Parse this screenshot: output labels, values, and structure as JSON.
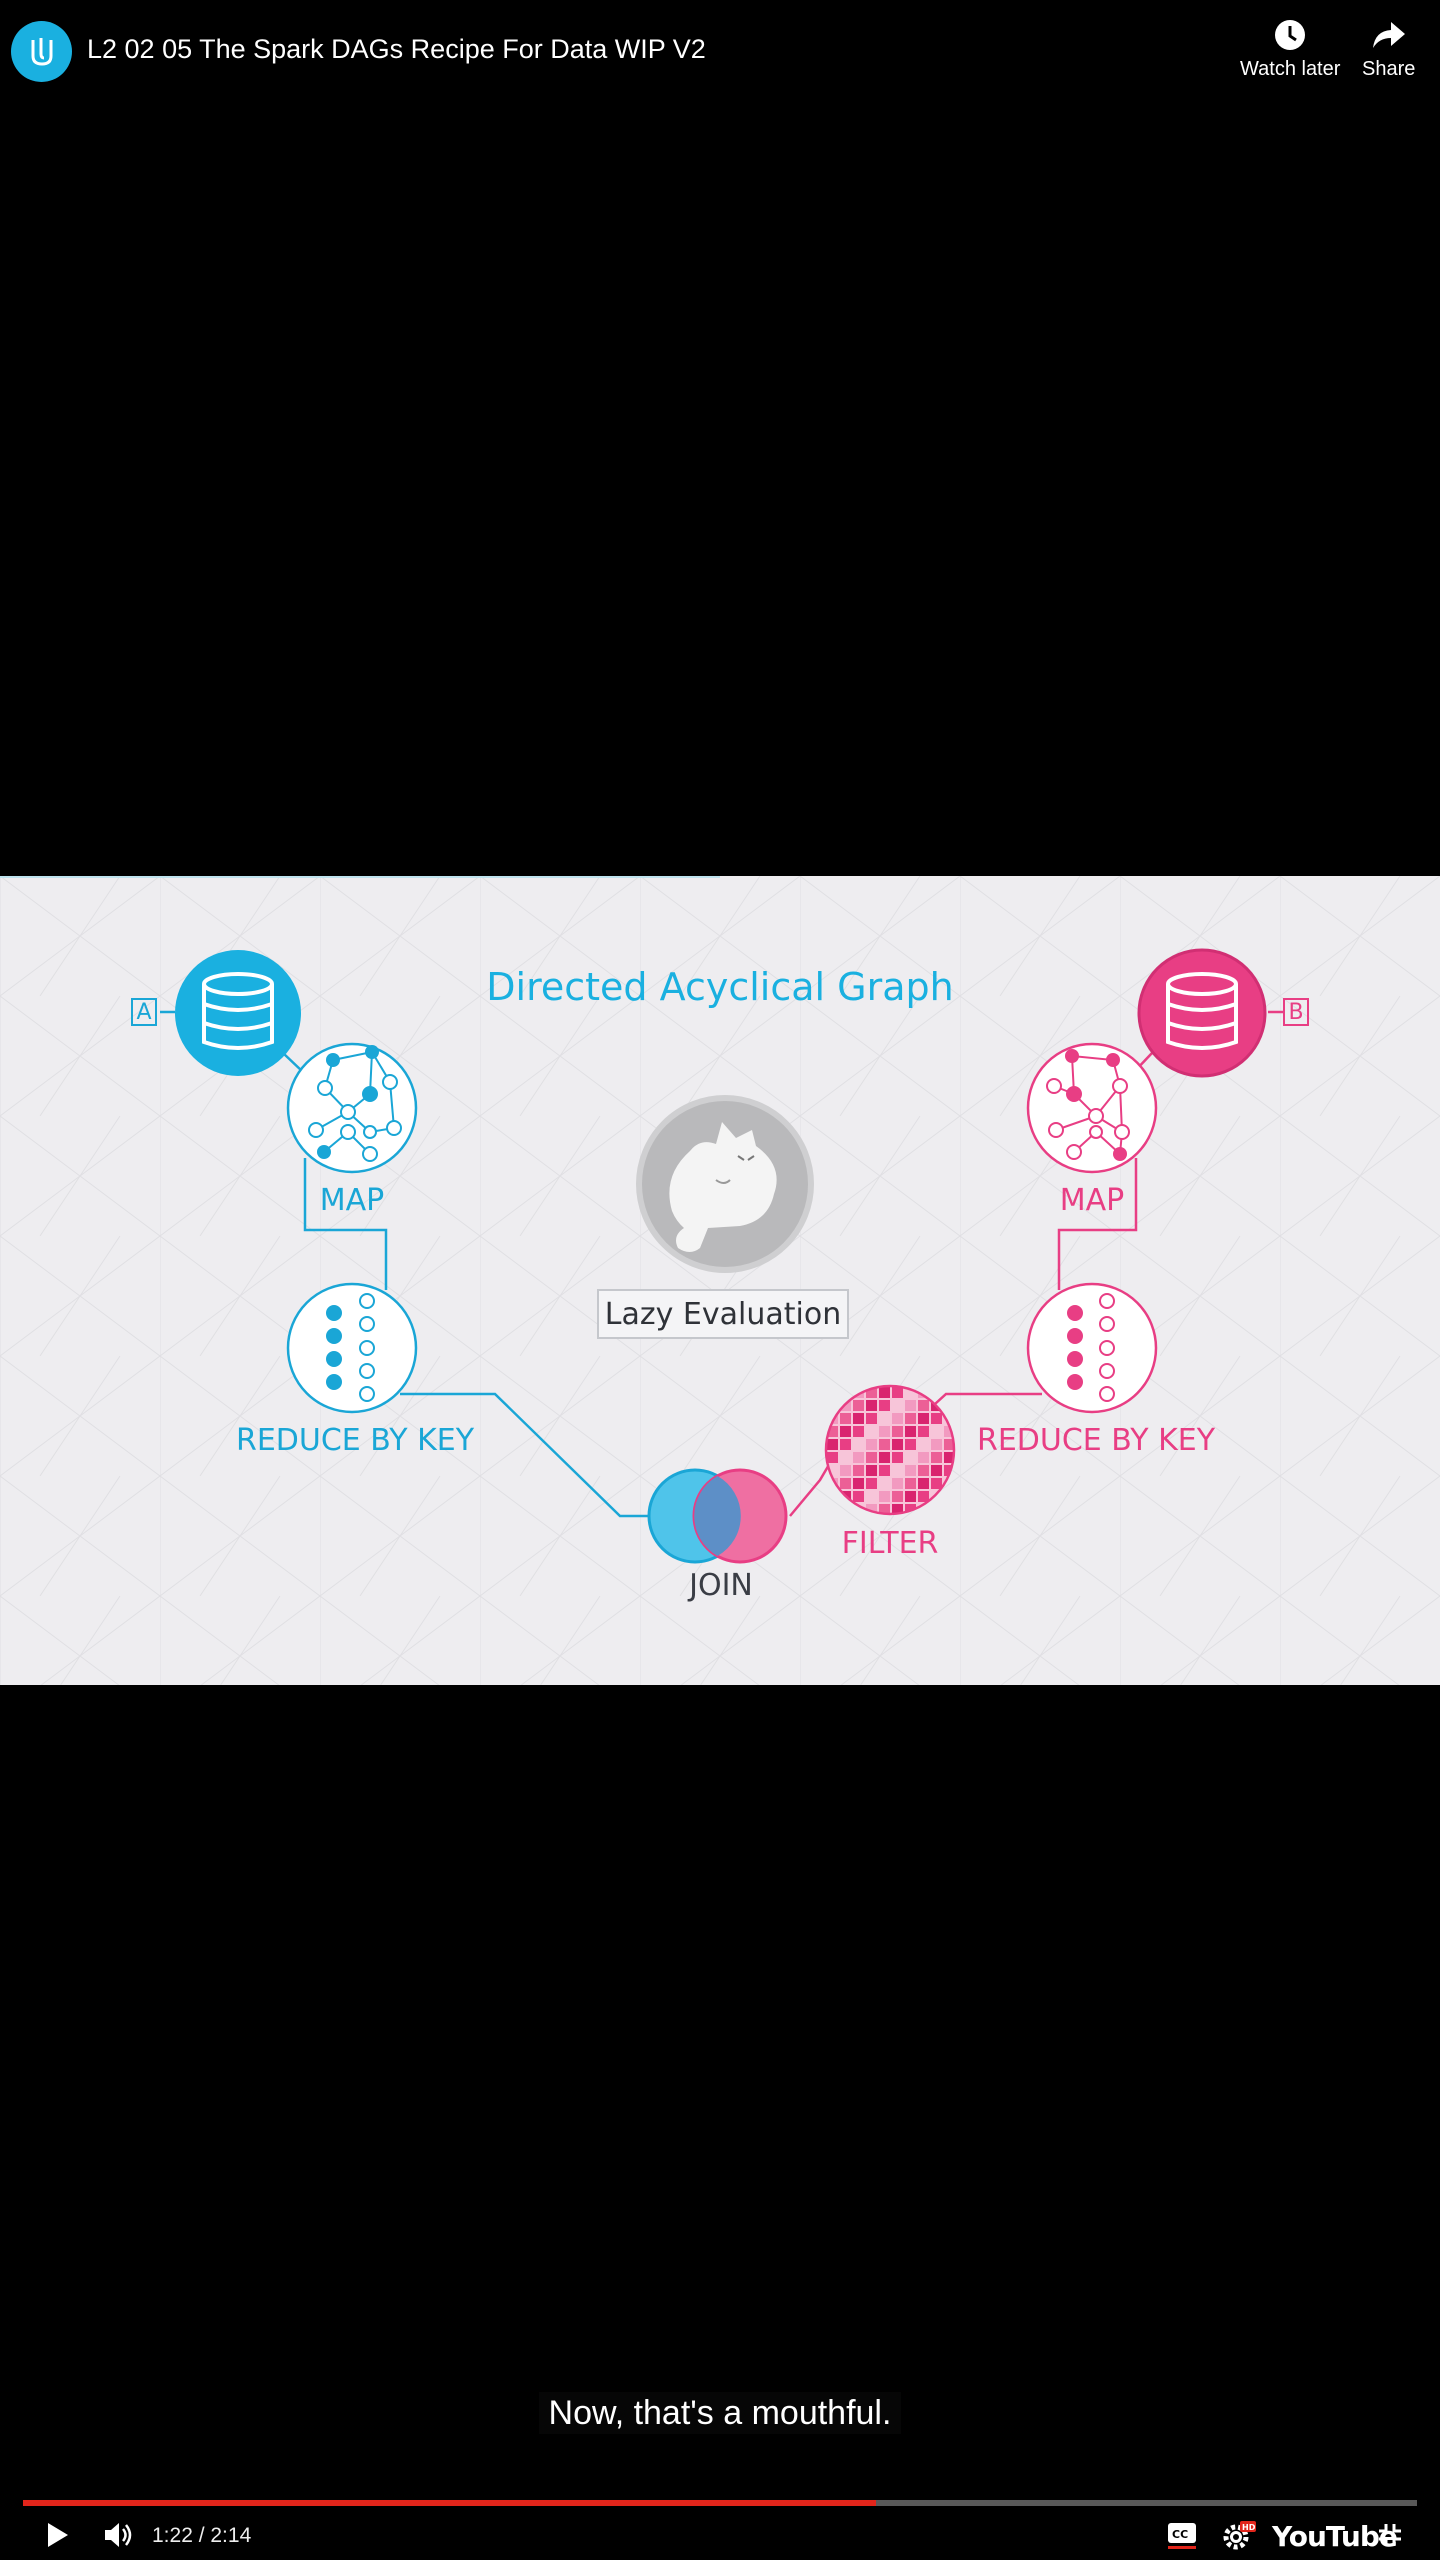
{
  "player": {
    "title": "L2 02 05 The Spark DAGs Recipe For Data WIP V2",
    "watch_later_label": "Watch later",
    "share_label": "Share",
    "current_time": "1:22",
    "duration": "2:14",
    "time_display": "1:22 / 2:14",
    "progress_fraction": 0.612,
    "caption": "Now, that's a mouthful.",
    "brand": "YouTube",
    "quality_badge": "HD"
  },
  "slide": {
    "title": "Directed Acyclical Graph",
    "center_label": "Lazy Evaluation",
    "left_tag": "A",
    "right_tag": "B",
    "left_map_label": "MAP",
    "right_map_label": "MAP",
    "left_reduce_label": "REDUCE BY KEY",
    "right_reduce_label": "REDUCE BY KEY",
    "filter_label": "FILTER",
    "join_label": "JOIN"
  },
  "colors": {
    "cyan": "#1ab0e0",
    "pink": "#e83e84",
    "progress": "#e1251b"
  },
  "icons": [
    "udacity-logo-icon",
    "clock-icon",
    "share-arrow-icon",
    "database-icon",
    "graph-nodes-icon",
    "list-dots-icon",
    "filter-grid-icon",
    "venn-join-icon",
    "sleeping-cat-icon",
    "play-icon",
    "volume-icon",
    "captions-icon",
    "settings-gear-icon",
    "exit-fullscreen-icon"
  ]
}
